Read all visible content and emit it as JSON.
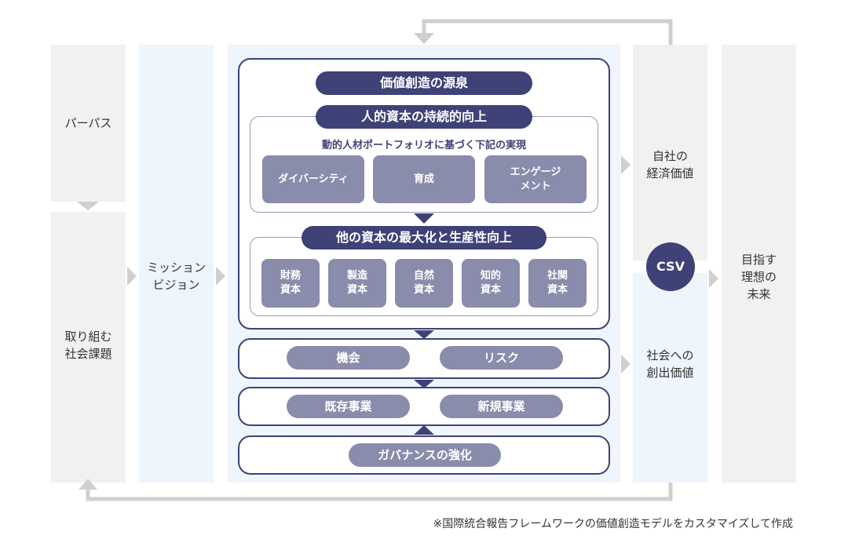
{
  "left": {
    "purpose": "パーパス",
    "issues_line1": "取り組む",
    "issues_line2": "社会課題"
  },
  "mission": {
    "line1": "ミッション",
    "line2": "ビジョン"
  },
  "center": {
    "source_title": "価値創造の源泉",
    "human_capital_title": "人的資本の持続的向上",
    "portfolio_subtitle": "動的人材ポートフォリオに基づく下記の実現",
    "hc_items": [
      "ダイバーシティ",
      "育成",
      "エンゲージ",
      "メント"
    ],
    "other_capital_title": "他の資本の最大化と生産性向上",
    "capitals": [
      {
        "l1": "財務",
        "l2": "資本"
      },
      {
        "l1": "製造",
        "l2": "資本"
      },
      {
        "l1": "自然",
        "l2": "資本"
      },
      {
        "l1": "知的",
        "l2": "資本"
      },
      {
        "l1": "社関",
        "l2": "資本"
      }
    ],
    "opportunity": "機会",
    "risk": "リスク",
    "existing_business": "既存事業",
    "new_business": "新規事業",
    "governance": "ガバナンスの強化"
  },
  "right": {
    "company_value_line1": "自社の",
    "company_value_line2": "経済価値",
    "csv": "CSV",
    "social_value_line1": "社会への",
    "social_value_line2": "創出価値",
    "future_line1": "目指す",
    "future_line2": "理想の",
    "future_line3": "未来"
  },
  "footnote": "※国際統合報告フレームワークの価値創造モデルをカスタマイズして作成",
  "colors": {
    "navy": "#3f4277",
    "mid": "#8a8cab",
    "gray_panel": "#f1f1f1",
    "light_blue": "#eef5fc",
    "arrow_gray": "#cfcfcf"
  }
}
